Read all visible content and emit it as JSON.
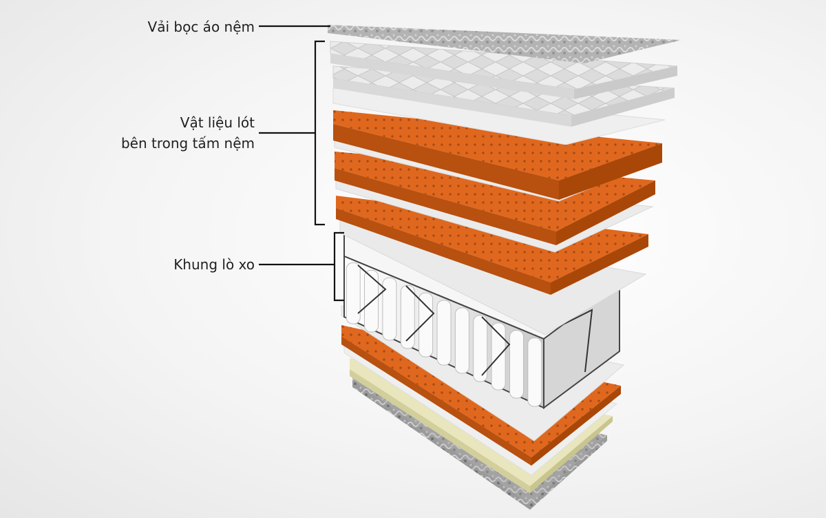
{
  "labels": {
    "cover": "Vải bọc áo nệm",
    "comfort_line1": "Vật liệu lót",
    "comfort_line2": "bên trong tấm nệm",
    "spring": "Khung lò xo"
  },
  "colors": {
    "orange": "#e0681e",
    "orange_dark": "#b8500f",
    "white_layer": "#f3f3f3",
    "grey_layer": "#e4e4e4",
    "cream_layer": "#e9e6bd",
    "line": "#111111"
  },
  "layers": [
    {
      "kind": "cover-fabric",
      "name": "top-cover-fabric-layer"
    },
    {
      "kind": "quilted",
      "name": "quilted-foam-layer-1"
    },
    {
      "kind": "quilted",
      "name": "quilted-foam-layer-2"
    },
    {
      "kind": "sheet",
      "name": "thin-felt-layer-1"
    },
    {
      "kind": "orange-foam",
      "name": "orange-foam-layer-1"
    },
    {
      "kind": "sheet",
      "name": "thin-felt-layer-2"
    },
    {
      "kind": "orange-foam",
      "name": "orange-foam-layer-2"
    },
    {
      "kind": "sheet",
      "name": "thin-felt-layer-3"
    },
    {
      "kind": "orange-foam",
      "name": "orange-foam-layer-3"
    },
    {
      "kind": "sheet",
      "name": "thin-felt-layer-4"
    },
    {
      "kind": "spring-unit",
      "name": "pocket-spring-unit"
    },
    {
      "kind": "sheet",
      "name": "thin-felt-layer-5"
    },
    {
      "kind": "orange-foam",
      "name": "orange-foam-layer-4"
    },
    {
      "kind": "sheet",
      "name": "thin-felt-layer-6"
    },
    {
      "kind": "cream-foam",
      "name": "cream-foam-layer"
    },
    {
      "kind": "cover-fabric",
      "name": "bottom-cover-fabric-layer"
    }
  ]
}
